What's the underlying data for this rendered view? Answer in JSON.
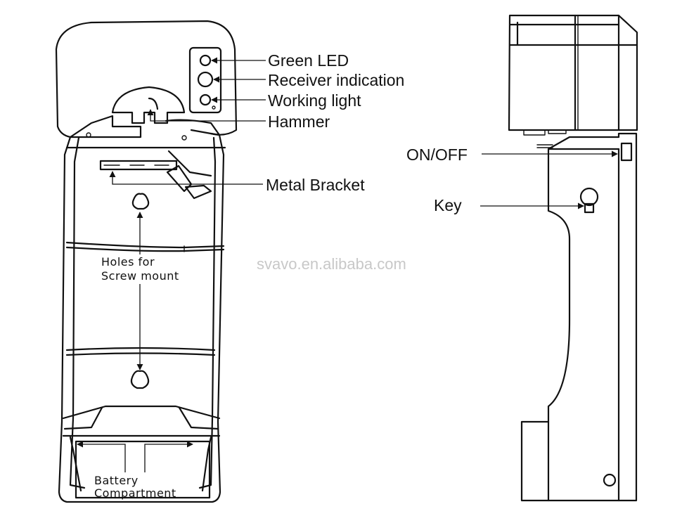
{
  "labels": {
    "green_led": "Green LED",
    "receiver_indication": "Receiver indication",
    "working_light": "Working light",
    "hammer": "Hammer",
    "metal_bracket": "Metal Bracket",
    "holes_line1": "Holes for",
    "holes_line2": "Screw mount",
    "battery_line1": "Battery",
    "battery_line2": "Compartment",
    "on_off": "ON/OFF",
    "key": "Key"
  },
  "watermark": "svavo.en.alibaba.com"
}
